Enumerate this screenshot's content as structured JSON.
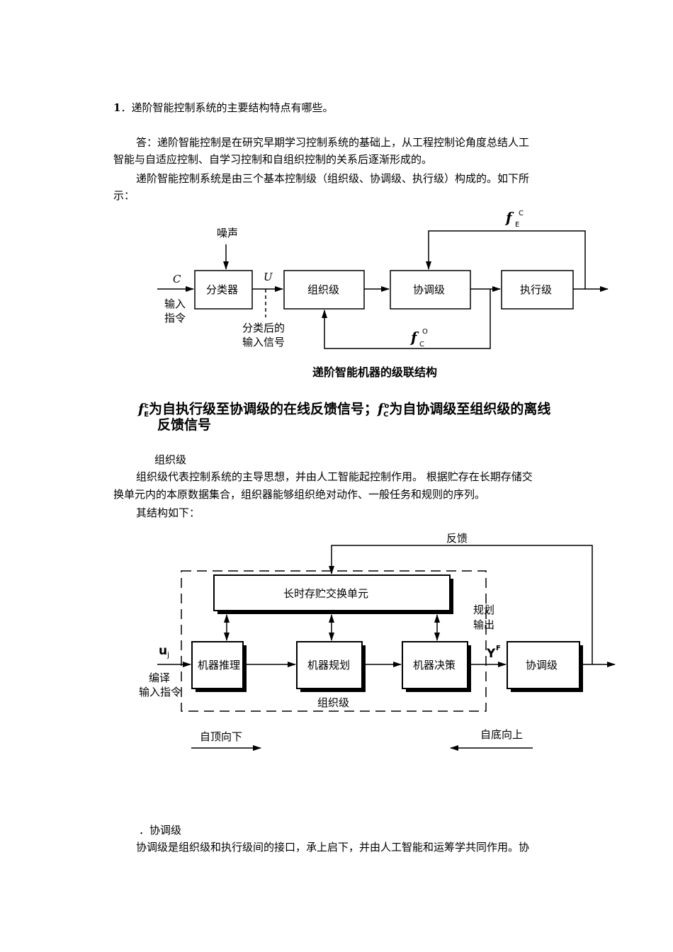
{
  "q1": {
    "num": "1",
    "text": "递阶智能控制系统的主要结构特点有哪些。"
  },
  "answer": {
    "p1_line1": "答：递阶智能控制是在研究早期学习控制系统的基础上，从工程控制论角度总结人工",
    "p1_line2": "智能与自适应控制、自学习控制和自组织控制的关系后逐渐形成的。",
    "p2_line1": "递阶智能控制系统是由三个基本控制级（组织级、协调级、执行级）构成的。如下所",
    "p2_line2": "示："
  },
  "fig1": {
    "noise": "噪声",
    "c": "C",
    "u": "U",
    "input_cmd_1": "输入",
    "input_cmd_2": "指令",
    "classifier": "分类器",
    "classified_1": "分类后的",
    "classified_2": "输入信号",
    "org": "组织级",
    "coord": "协调级",
    "exec": "执行级",
    "f_top": "f",
    "f_top_sub": "E",
    "f_top_sup": "C",
    "f_bot": "f",
    "f_bot_sub": "C",
    "f_bot_sup": "O",
    "caption": "递阶智能机器的级联结构"
  },
  "note": {
    "sym1": "f",
    "sym1_sub": "E",
    "sym1_sup": "c",
    "part1": "为自执行级至协调级的在线反馈信号；",
    "sym2": "f",
    "sym2_sub": "C",
    "sym2_sup": "o",
    "part2": "为自协调级至组织级的离线",
    "line2": "反馈信号"
  },
  "org_section": {
    "heading": "组织级",
    "line1": "组织级代表控制系统的主导思想，并由人工智能起控制作用。 根据贮存在长期存储交",
    "line2": "换单元内的本原数据集合，组织器能够组织绝对动作、一般任务和规则的序列。",
    "line3": "其结构如下："
  },
  "fig2": {
    "feedback": "反馈",
    "lts": "长时存贮交换单元",
    "plan_out_1": "规划",
    "plan_out_2": "输出",
    "uj": "u",
    "uj_sub": "j",
    "yf": "Y",
    "yf_sup": "F",
    "reasoning": "机器推理",
    "planning": "机器规划",
    "decision": "机器决策",
    "coord": "协调级",
    "compiled_1": "编译",
    "compiled_2": "输入指令",
    "org_label": "组织级",
    "top_down": "自顶向下",
    "bottom_up": "自底向上"
  },
  "coord_section": {
    "heading": "．协调级",
    "line1": "协调级是组织级和执行级间的接口，承上启下，并由人工智能和运筹学共同作用。协"
  }
}
